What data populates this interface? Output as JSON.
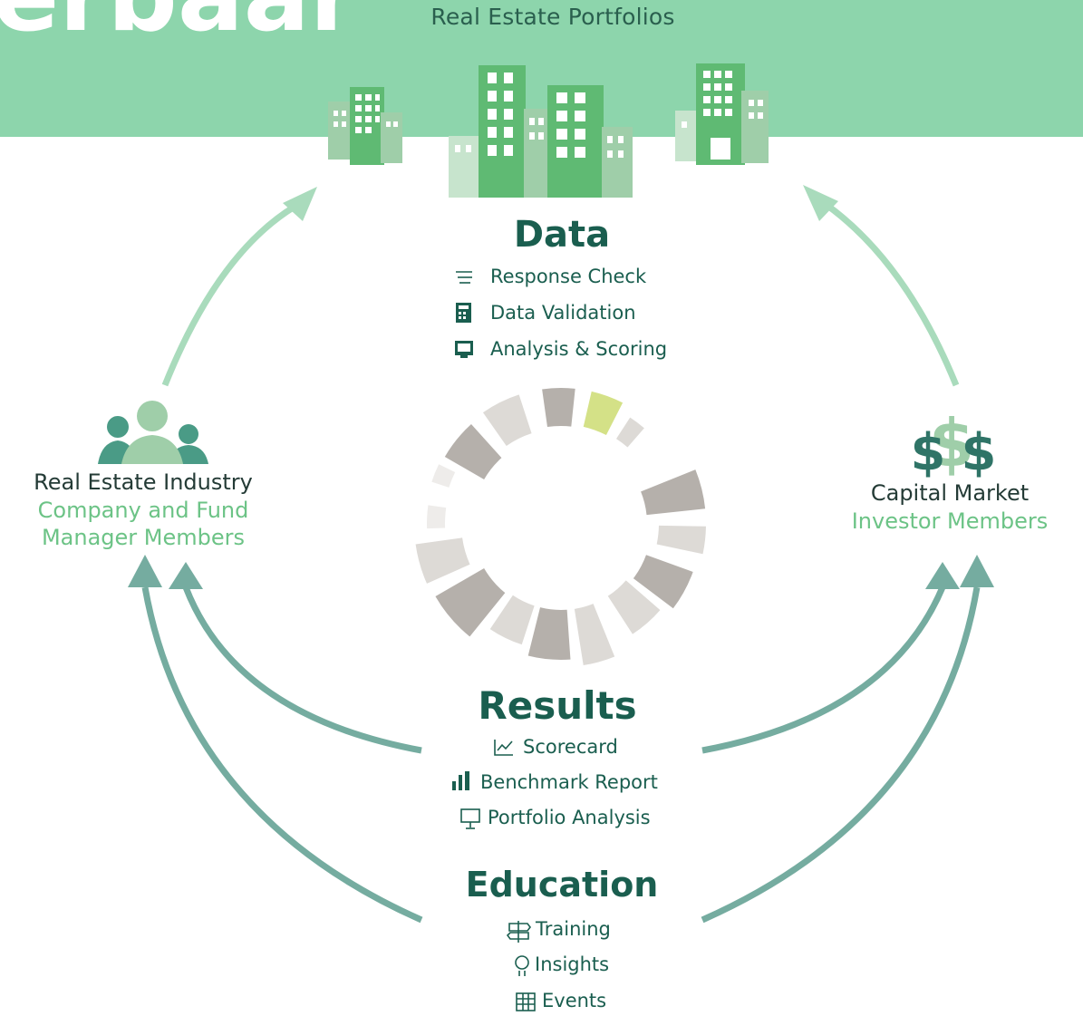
{
  "header": {
    "cutoff_word": "erbaar",
    "title": "Real Estate Portfolios"
  },
  "data_section": {
    "title": "Data",
    "items": [
      {
        "label": "Response Check",
        "icon": "response-check-icon"
      },
      {
        "label": "Data Validation",
        "icon": "calculator-icon"
      },
      {
        "label": "Analysis & Scoring",
        "icon": "analysis-screen-icon"
      }
    ]
  },
  "results_section": {
    "title": "Results",
    "items": [
      {
        "label": "Scorecard",
        "icon": "scorecard-icon"
      },
      {
        "label": "Benchmark Report",
        "icon": "bar-chart-icon"
      },
      {
        "label": "Portfolio Analysis",
        "icon": "presentation-icon"
      }
    ]
  },
  "education_section": {
    "title": "Education",
    "items": [
      {
        "label": "Training",
        "icon": "signpost-icon"
      },
      {
        "label": "Insights",
        "icon": "lightbulb-icon"
      },
      {
        "label": "Events",
        "icon": "calendar-icon"
      }
    ]
  },
  "left_party": {
    "name": "Real Estate Industry",
    "sub_line1": "Company and Fund",
    "sub_line2": "Manager Members",
    "icon": "people-group-icon"
  },
  "right_party": {
    "name": "Capital Market",
    "sub_line1": "Investor Members",
    "icon": "dollar-signs-icon"
  },
  "colors": {
    "banner": "#8dd5ac",
    "dark_green": "#1a5e4f",
    "light_green": "#6cc386",
    "arrow_light": "#a9dbbc",
    "arrow_dark": "#75aca0",
    "wheel_highlight": "#d4e187"
  }
}
